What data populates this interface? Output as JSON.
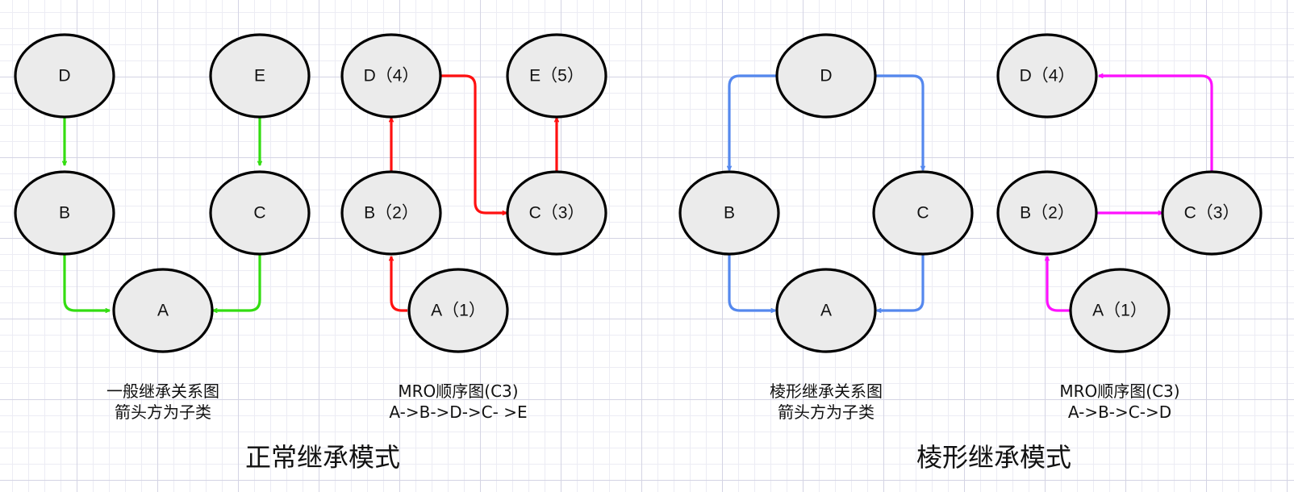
{
  "colors": {
    "general_edges": "#33dd11",
    "mro1_edges": "#ff1111",
    "diamond_edges": "#5588ee",
    "mro2_edges": "#ff11ff",
    "node_fill": "#ebebeb",
    "node_stroke": "#000000"
  },
  "sections": {
    "normal_title": "正常继承模式",
    "diamond_title": "棱形继承模式"
  },
  "diagrams": {
    "general": {
      "caption_line1": "一般继承关系图",
      "caption_line2": "箭头方为子类",
      "nodes": {
        "D": "D",
        "E": "E",
        "B": "B",
        "C": "C",
        "A": "A"
      }
    },
    "mro1": {
      "caption_line1": "MRO顺序图(C3)",
      "caption_line2": "A->B->D->C- >E",
      "nodes": {
        "D": "D（4）",
        "E": "E（5）",
        "B": "B（2）",
        "C": "C（3）",
        "A": "A（1）"
      }
    },
    "diamond": {
      "caption_line1": "棱形继承关系图",
      "caption_line2": "箭头方为子类",
      "nodes": {
        "D": "D",
        "B": "B",
        "C": "C",
        "A": "A"
      }
    },
    "mro2": {
      "caption_line1": "MRO顺序图(C3)",
      "caption_line2": "A->B->C->D",
      "nodes": {
        "D": "D（4）",
        "B": "B（2）",
        "C": "C（3）",
        "A": "A（1）"
      }
    }
  }
}
